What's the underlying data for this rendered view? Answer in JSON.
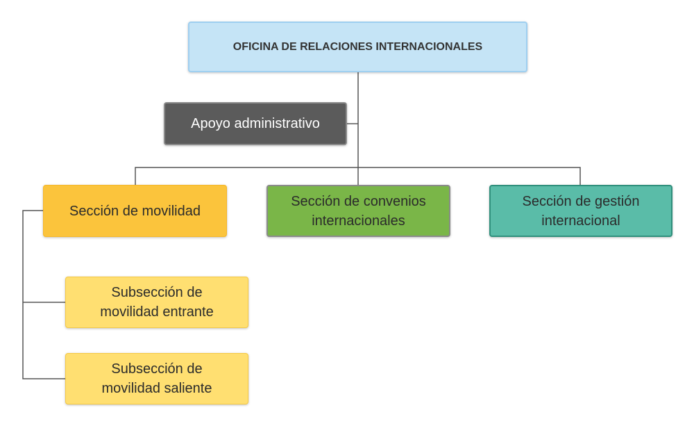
{
  "org_chart": {
    "root": "OFICINA DE RELACIONES INTERNACIONALES",
    "support": "Apoyo administrativo",
    "sections": [
      "Sección de movilidad",
      "Sección de convenios\ninternacionales",
      "Sección de gestión\ninternacional"
    ],
    "subsections": [
      "Subsección de\nmovilidad entrante",
      "Subsección de\nmovilidad saliente"
    ]
  },
  "colors": {
    "root_fill": "#c5e4f6",
    "support_fill": "#5b5b5b",
    "movilidad_fill": "#fbc43c",
    "convenios_fill": "#7ab648",
    "gestion_fill": "#5abca8",
    "subsection_fill": "#ffdf71",
    "connector": "#555555"
  }
}
